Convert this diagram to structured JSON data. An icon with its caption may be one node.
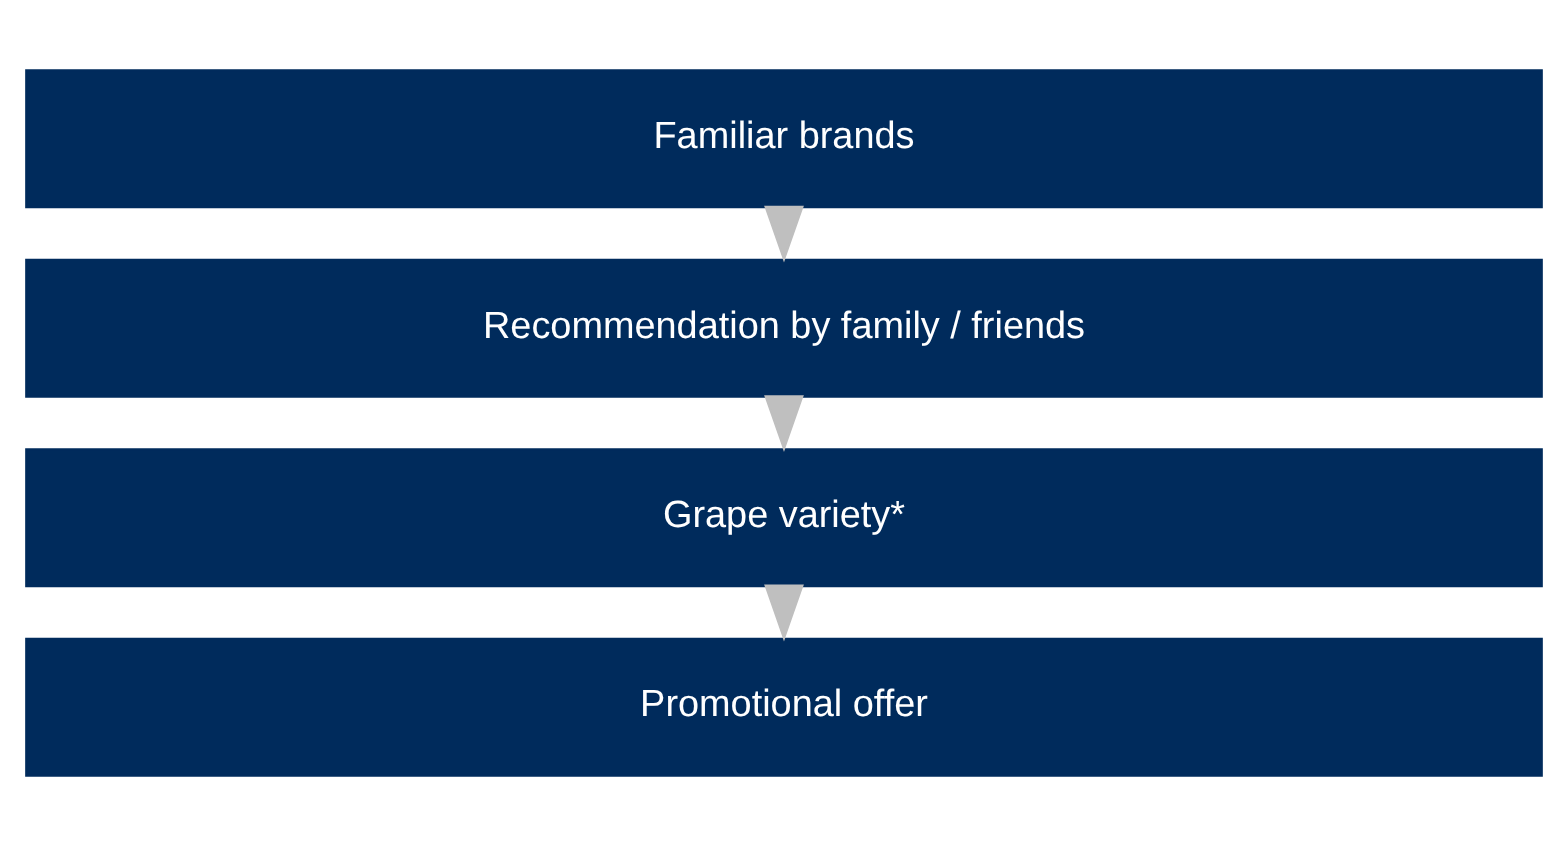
{
  "diagram": {
    "nodes": [
      {
        "text": [
          "Familiar brands"
        ]
      },
      {
        "text": [
          "Recommendation by family / friends"
        ]
      },
      {
        "text": [
          "Grape variety*"
        ]
      },
      {
        "text": [
          "Promotional offer"
        ]
      }
    ],
    "edges": [
      {
        "from": 0,
        "to": 1,
        "arrow": "to"
      },
      {
        "from": 1,
        "to": 2,
        "arrow": "to"
      },
      {
        "from": 2,
        "to": 3,
        "arrow": "to"
      }
    ]
  }
}
